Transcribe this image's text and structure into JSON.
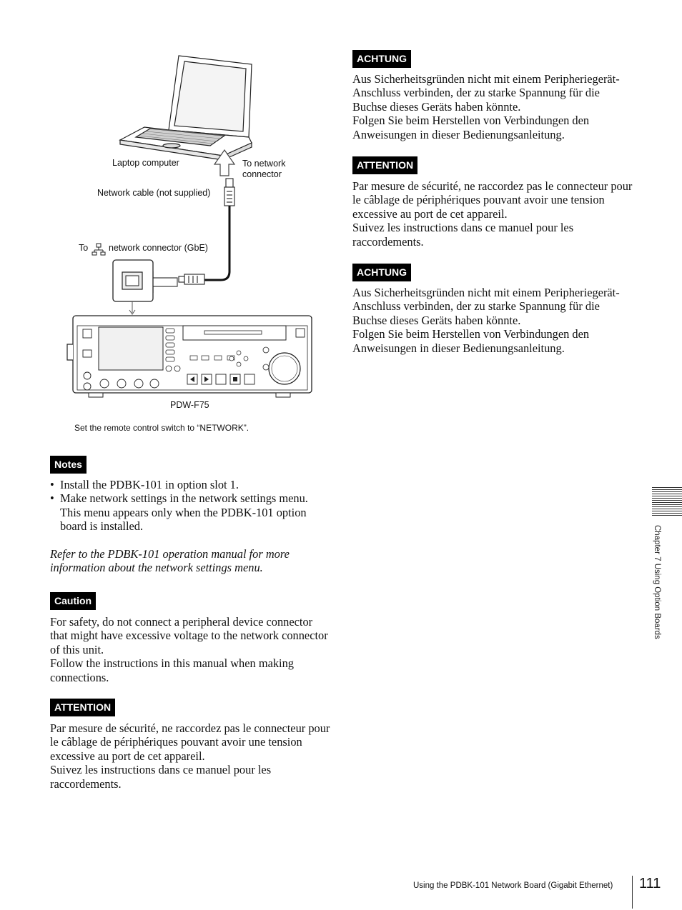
{
  "figure": {
    "laptop_label": "Laptop computer",
    "to_network_label_1": "To network",
    "to_network_label_2": "connector",
    "cable_label": "Network cable (not supplied)",
    "to_label": "To",
    "gbe_label": "network connector (GbE)",
    "device_label": "PDW-F75",
    "remote_note": "Set the remote control switch to “NETWORK”."
  },
  "left_column": {
    "notes_badge": "Notes",
    "notes": [
      "Install the PDBK-101 in option slot 1.",
      "Make network settings in the network settings menu. This menu appears only when the PDBK-101 option board is installed."
    ],
    "refer_text": "Refer to the PDBK-101 operation manual for more information about the network settings menu.",
    "caution_badge": "Caution",
    "caution_lines": [
      "For safety, do not connect a peripheral device connector that might have excessive voltage to the network connector of this unit.",
      "Follow the instructions in this manual when making connections."
    ],
    "attention_badge": "ATTENTION",
    "attention_lines": [
      "Par mesure de sécurité, ne raccordez pas le connecteur pour le câblage de périphériques pouvant avoir une tension excessive au port de cet appareil.",
      "Suivez les instructions dans ce manuel pour les raccordements."
    ]
  },
  "right_column": {
    "achtung1_badge": "ACHTUNG",
    "achtung1_lines": [
      "Aus Sicherheitsgründen nicht mit einem Peripheriegerät-Anschluss verbinden, der zu starke Spannung für die Buchse dieses Geräts haben könnte.",
      "Folgen Sie beim Herstellen von Verbindungen den Anweisungen in dieser Bedienungsanleitung."
    ],
    "attention_badge": "ATTENTION",
    "attention_lines": [
      "Par mesure de sécurité, ne raccordez pas le connecteur pour le câblage de périphériques pouvant avoir une tension excessive au port de cet appareil.",
      "Suivez les instructions dans ce manuel pour les raccordements."
    ],
    "achtung2_badge": "ACHTUNG",
    "achtung2_lines": [
      "Aus Sicherheitsgründen nicht mit einem Peripheriegerät-Anschluss verbinden, der zu starke Spannung für die Buchse dieses Geräts haben könnte.",
      "Folgen Sie beim Herstellen von Verbindungen den Anweisungen in dieser Bedienungsanleitung."
    ]
  },
  "side_tab": {
    "chapter_text": "Chapter 7  Using Option Boards"
  },
  "footer": {
    "running_title": "Using the PDBK-101 Network Board (Gigabit Ethernet)",
    "page_number": "111"
  }
}
